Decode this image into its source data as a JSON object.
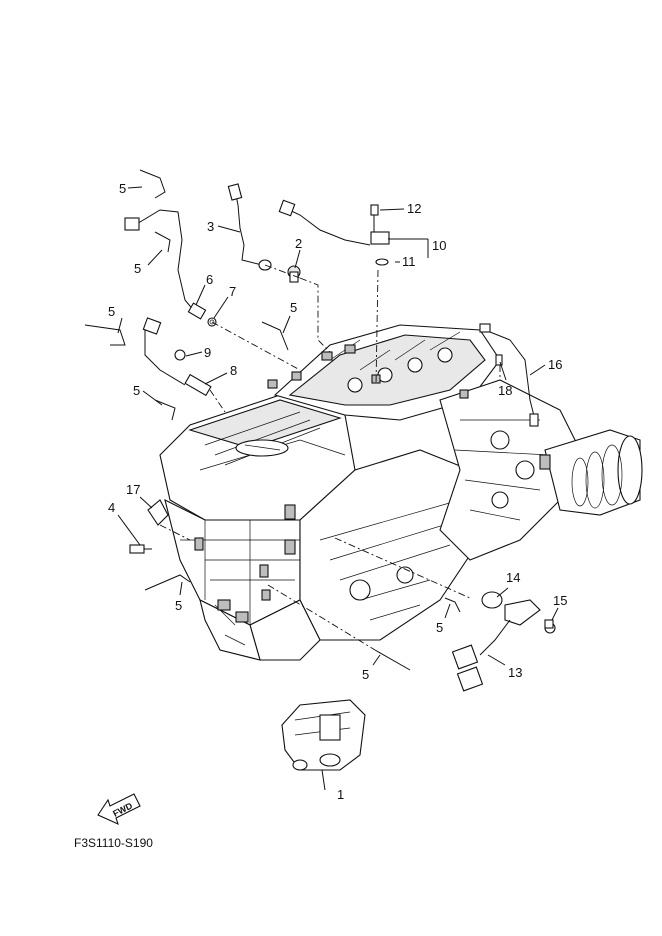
{
  "diagram": {
    "code": "F3S1110-S190",
    "fwd_label": "FWD",
    "callouts": [
      {
        "label": "1"
      },
      {
        "label": "2"
      },
      {
        "label": "3"
      },
      {
        "label": "4"
      },
      {
        "label": "5"
      },
      {
        "label": "5"
      },
      {
        "label": "5"
      },
      {
        "label": "5"
      },
      {
        "label": "5"
      },
      {
        "label": "5"
      },
      {
        "label": "5"
      },
      {
        "label": "5"
      },
      {
        "label": "5"
      },
      {
        "label": "6"
      },
      {
        "label": "7"
      },
      {
        "label": "8"
      },
      {
        "label": "9"
      },
      {
        "label": "10"
      },
      {
        "label": "11"
      },
      {
        "label": "12"
      },
      {
        "label": "13"
      },
      {
        "label": "14"
      },
      {
        "label": "15"
      },
      {
        "label": "16"
      },
      {
        "label": "17"
      },
      {
        "label": "18"
      }
    ]
  }
}
